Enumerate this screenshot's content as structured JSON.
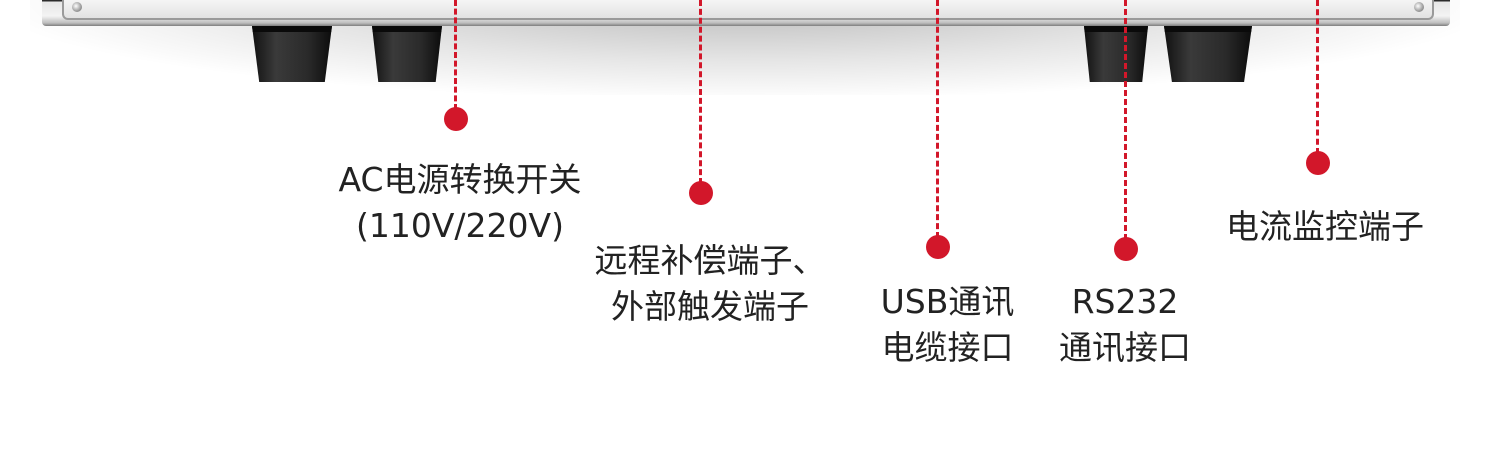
{
  "colors": {
    "accent": "#d2172a",
    "text": "#222222",
    "background": "#ffffff"
  },
  "callouts": [
    {
      "lines": [
        "AC电源转换开关",
        "(110V/220V)"
      ]
    },
    {
      "lines": [
        "远程补偿端子、",
        "外部触发端子"
      ]
    },
    {
      "lines": [
        "USB通讯",
        "电缆接口"
      ]
    },
    {
      "lines": [
        "RS232",
        "通讯接口"
      ]
    },
    {
      "lines": [
        "电流监控端子"
      ]
    }
  ]
}
